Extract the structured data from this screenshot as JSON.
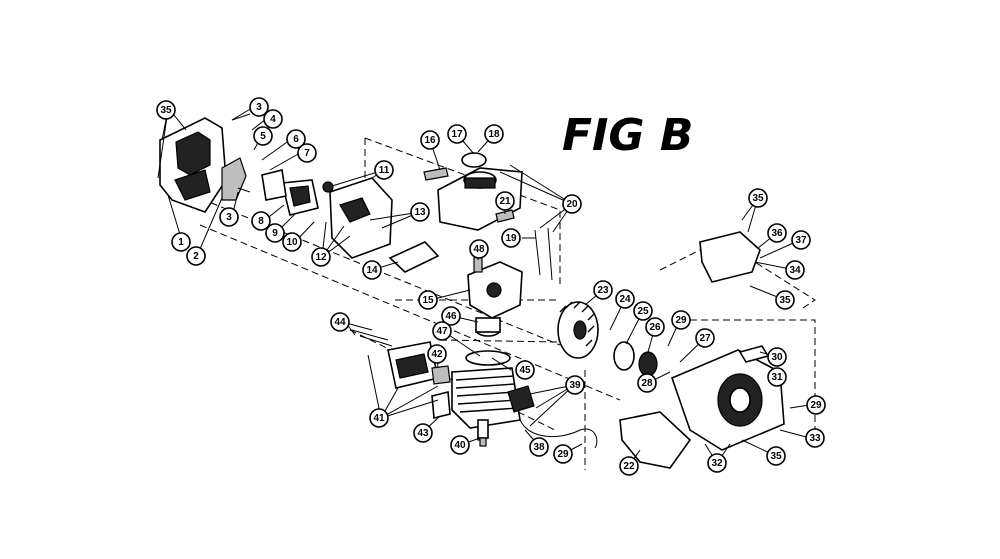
{
  "title": "FIG B",
  "callouts": [
    "1",
    "2",
    "3",
    "4",
    "5",
    "6",
    "7",
    "8",
    "9",
    "10",
    "11",
    "12",
    "13",
    "14",
    "15",
    "16",
    "17",
    "18",
    "19",
    "20",
    "21",
    "22",
    "23",
    "24",
    "25",
    "26",
    "27",
    "28",
    "29",
    "30",
    "31",
    "32",
    "33",
    "34",
    "35",
    "36",
    "37",
    "38",
    "39",
    "40",
    "41",
    "42",
    "43",
    "44",
    "45",
    "46",
    "47",
    "48"
  ],
  "colors": {
    "ink": "#000000",
    "paper": "#ffffff",
    "shade": "#222222"
  }
}
